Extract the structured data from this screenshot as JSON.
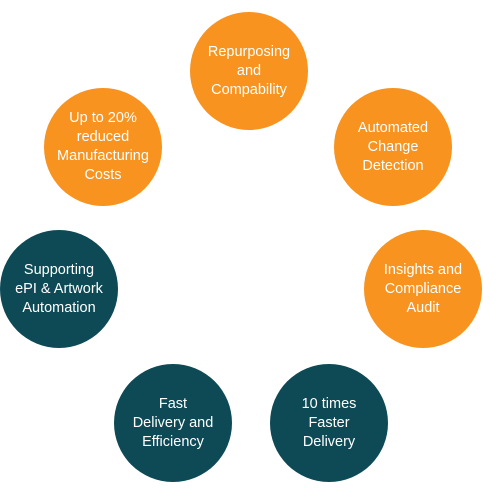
{
  "colors": {
    "orange": "#f7931e",
    "teal": "#0d4a55"
  },
  "nodes": [
    {
      "text": "Repurposing\nand\nCompability",
      "color": "#f7931e"
    },
    {
      "text": "Automated\nChange\nDetection",
      "color": "#f7931e"
    },
    {
      "text": "Insights and\nCompliance\nAudit",
      "color": "#f7931e"
    },
    {
      "text": "10 times\nFaster\nDelivery",
      "color": "#0d4a55"
    },
    {
      "text": "Fast\nDelivery and\nEfficiency",
      "color": "#0d4a55"
    },
    {
      "text": "Supporting\nePI & Artwork\nAutomation",
      "color": "#0d4a55"
    },
    {
      "text": "Up to 20%\nreduced\nManufacturing\nCosts",
      "color": "#f7931e"
    }
  ]
}
